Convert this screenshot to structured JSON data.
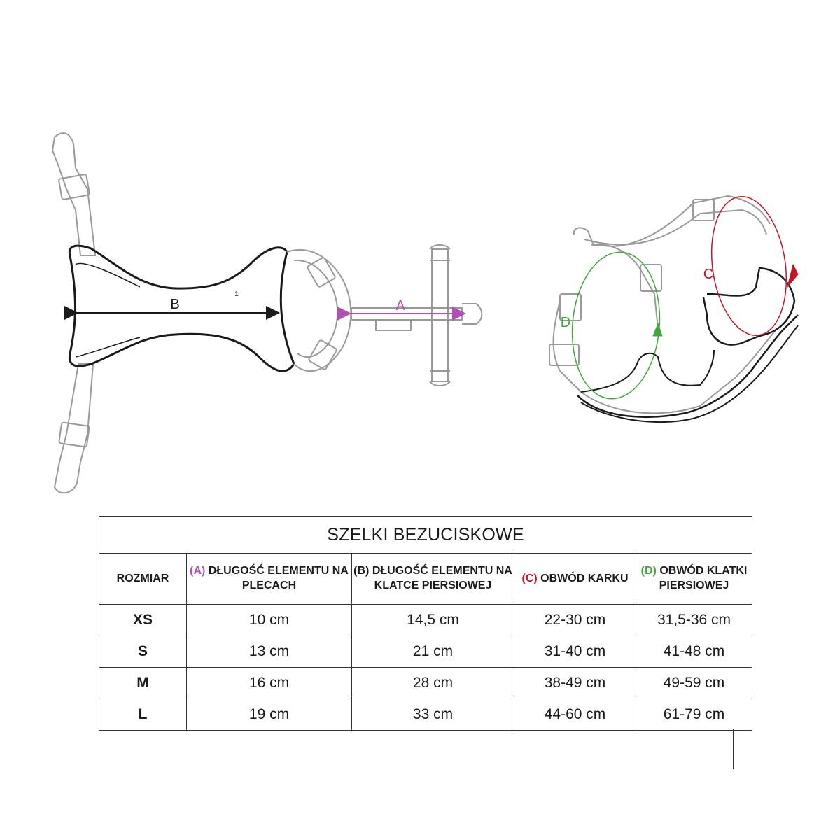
{
  "diagram": {
    "label_a": "A",
    "label_b": "B",
    "label_c": "C",
    "label_d": "D",
    "small_mark": "1",
    "colors": {
      "a": "#b44db4",
      "c": "#c0182a",
      "d": "#3ea83e",
      "outline": "#1a1a1a",
      "strap": "#9a9a9a"
    }
  },
  "table": {
    "title": "SZELKI BEZUCISKOWE",
    "headers": {
      "size": "ROZMIAR",
      "a_prefix": "(A)",
      "a_text": "DŁUGOŚĆ ELEMENTU NA PLECACH",
      "b_text": "(B) DŁUGOŚĆ ELEMENTU NA KLATCE PIERSIOWEJ",
      "c_prefix": "(C)",
      "c_text": "OBWÓD KARKU",
      "d_prefix": "(D)",
      "d_text": "OBWÓD KLATKI PIERSIOWEJ"
    },
    "rows": [
      {
        "size": "XS",
        "a": "10 cm",
        "b": "14,5 cm",
        "c": "22-30 cm",
        "d": "31,5-36 cm"
      },
      {
        "size": "S",
        "a": "13 cm",
        "b": "21 cm",
        "c": "31-40 cm",
        "d": "41-48 cm"
      },
      {
        "size": "M",
        "a": "16 cm",
        "b": "28 cm",
        "c": "38-49 cm",
        "d": "49-59 cm"
      },
      {
        "size": "L",
        "a": "19 cm",
        "b": "33 cm",
        "c": "44-60 cm",
        "d": "61-79 cm"
      }
    ]
  }
}
